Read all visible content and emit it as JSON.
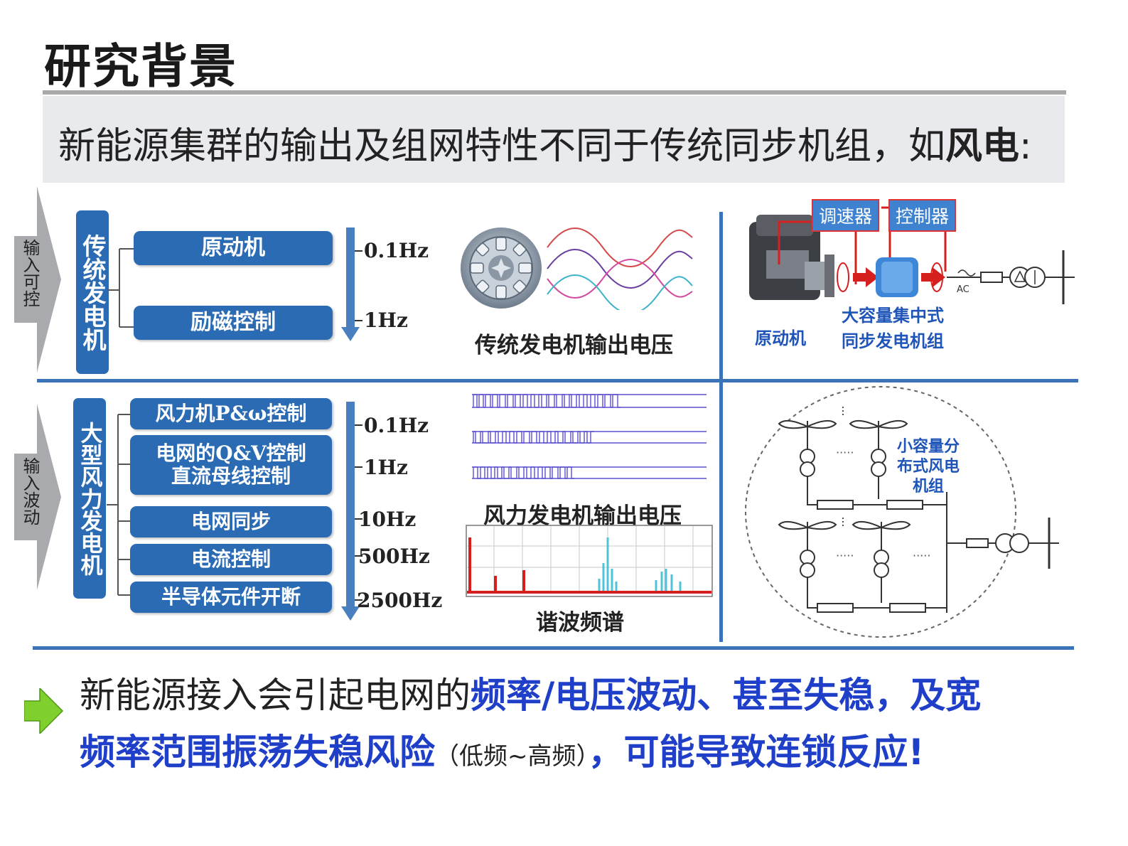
{
  "title": "研究背景",
  "subtitle": {
    "main": "新能源集群的输出及组网特性不同于传统同步机组，如",
    "bold": "风电",
    "end": ":"
  },
  "top_section": {
    "arrow_label": "输入可控",
    "box_label": "传统发电机",
    "items": [
      "原动机",
      "励磁控制"
    ],
    "freqs": [
      "0.1Hz",
      "1Hz"
    ],
    "caption": "传统发电机输出电压",
    "diagram": {
      "tag_governor": "调速器",
      "tag_controller": "控制器",
      "label_prime_mover": "原动机",
      "label_unit_line1": "大容量集中式",
      "label_unit_line2": "同步发电机组",
      "ac_label": "AC"
    }
  },
  "bottom_section": {
    "arrow_label": "输入波动",
    "box_label": "大型风力发电机",
    "items": [
      "风力机P&ω控制",
      "电网的Q&V控制",
      "直流母线控制",
      "电网同步",
      "电流控制",
      "半导体元件开断"
    ],
    "freqs": [
      "0.1Hz",
      "1Hz",
      "10Hz",
      "500Hz",
      "2500Hz"
    ],
    "caption_voltage": "风力发电机输出电压",
    "caption_spectrum": "谐波频谱",
    "diagram": {
      "label_line1": "小容量分",
      "label_line2": "布式风电",
      "label_line3": "机组"
    }
  },
  "conclusion": {
    "part1": "新能源接入会引起电网的",
    "part2": "频率/电压波动、甚至失稳，及宽",
    "part3": "频率范围振荡失稳风险",
    "part4": "（低频~高频）",
    "part5": "，可能导致连锁反应!"
  },
  "colors": {
    "accent_blue": "#2a6bb4",
    "emphasis_blue": "#1f3fc8",
    "line_blue": "#3b73b9",
    "red": "#d62020",
    "green_arrow": "#7fcf2d"
  }
}
